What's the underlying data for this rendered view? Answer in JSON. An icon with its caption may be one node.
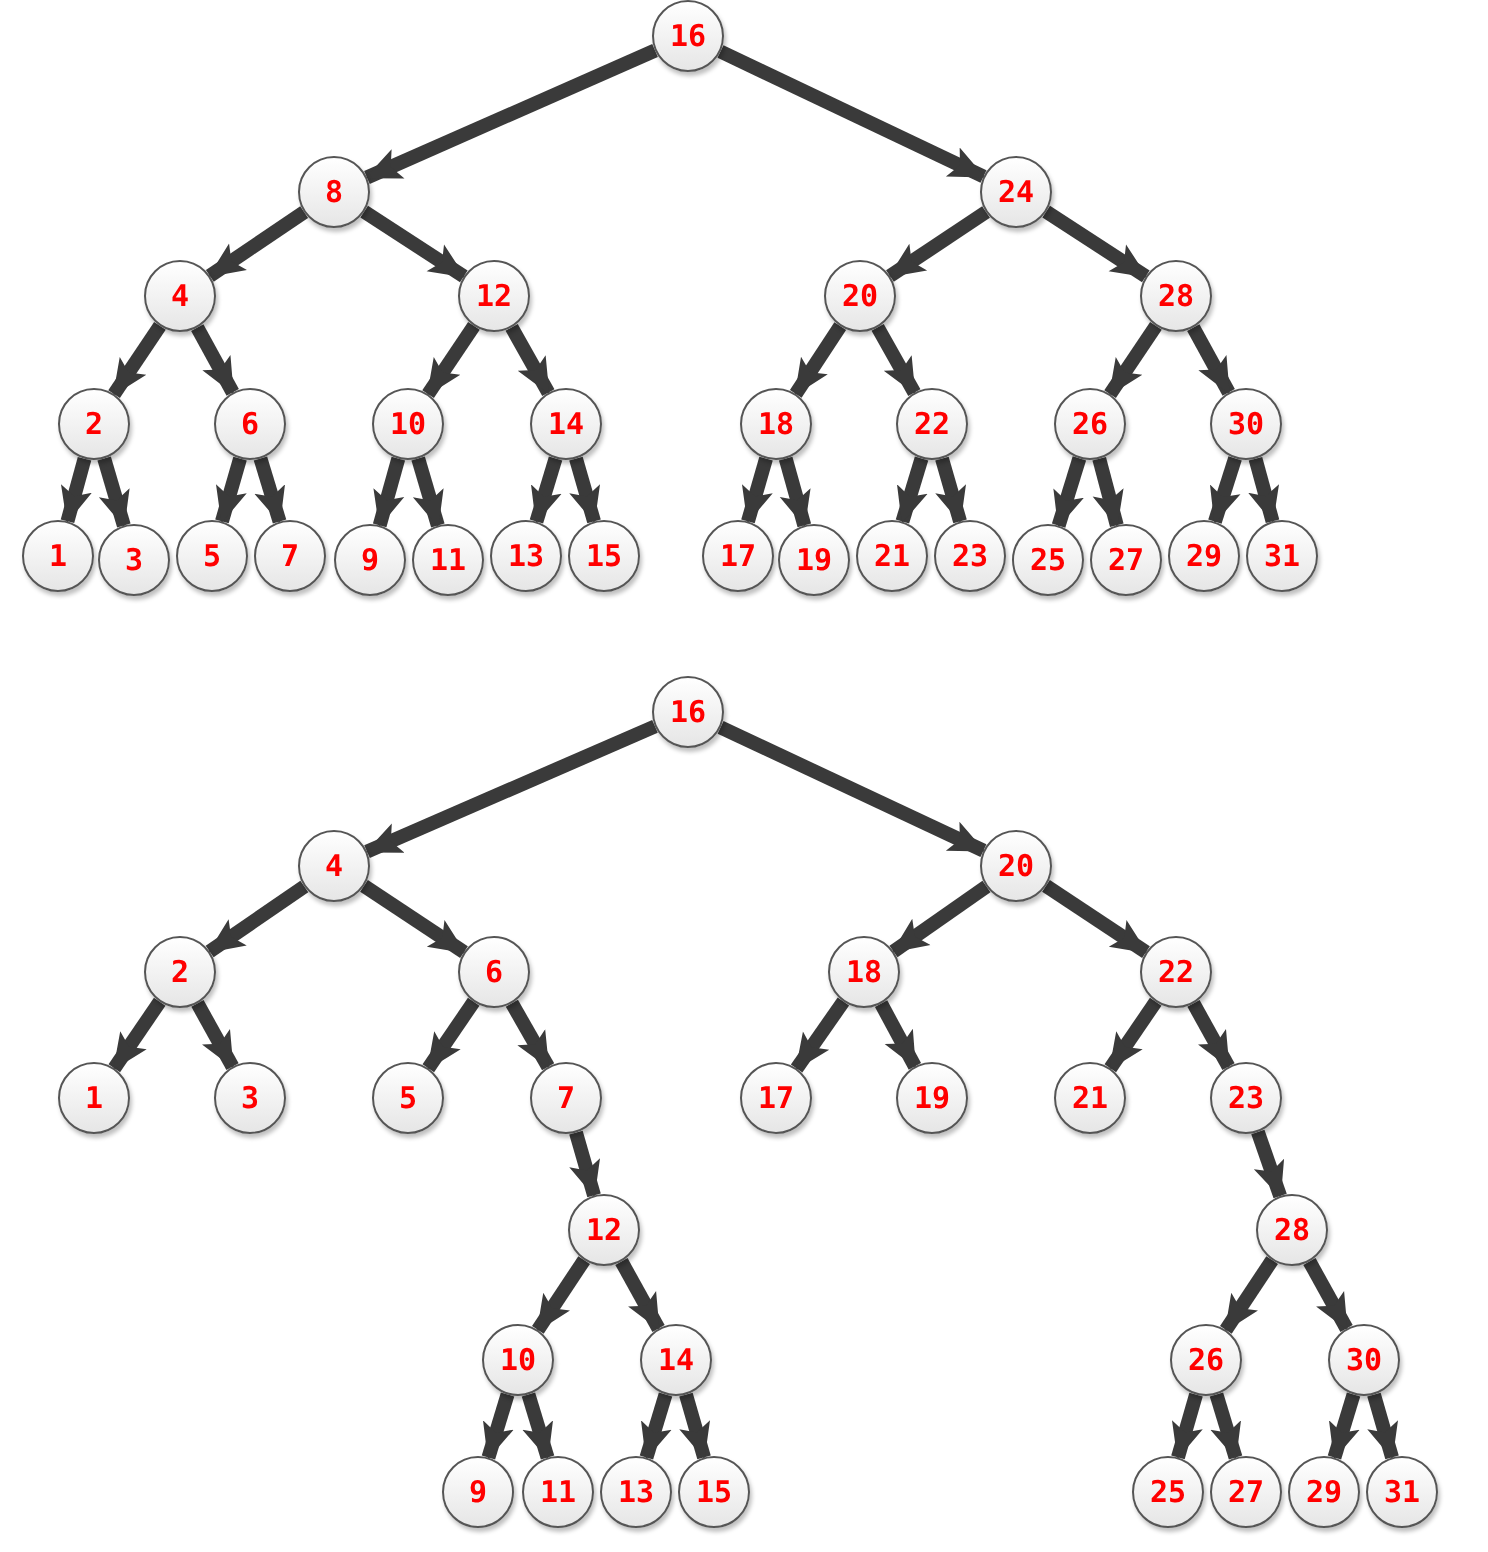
{
  "diagram": {
    "nodes": [
      {
        "text": [
          "16"
        ]
      },
      {
        "text": [
          "8"
        ]
      },
      {
        "text": [
          "24"
        ]
      },
      {
        "text": [
          "4"
        ]
      },
      {
        "text": [
          "12"
        ]
      },
      {
        "text": [
          "20"
        ]
      },
      {
        "text": [
          "28"
        ]
      },
      {
        "text": [
          "2"
        ]
      },
      {
        "text": [
          "6"
        ]
      },
      {
        "text": [
          "10"
        ]
      },
      {
        "text": [
          "14"
        ]
      },
      {
        "text": [
          "18"
        ]
      },
      {
        "text": [
          "22"
        ]
      },
      {
        "text": [
          "26"
        ]
      },
      {
        "text": [
          "30"
        ]
      },
      {
        "text": [
          "1"
        ]
      },
      {
        "text": [
          "3"
        ]
      },
      {
        "text": [
          "5"
        ]
      },
      {
        "text": [
          "7"
        ]
      },
      {
        "text": [
          "9"
        ]
      },
      {
        "text": [
          "11"
        ]
      },
      {
        "text": [
          "13"
        ]
      },
      {
        "text": [
          "15"
        ]
      },
      {
        "text": [
          "17"
        ]
      },
      {
        "text": [
          "19"
        ]
      },
      {
        "text": [
          "21"
        ]
      },
      {
        "text": [
          "23"
        ]
      },
      {
        "text": [
          "25"
        ]
      },
      {
        "text": [
          "27"
        ]
      },
      {
        "text": [
          "29"
        ]
      },
      {
        "text": [
          "31"
        ]
      },
      {
        "text": [
          "16"
        ]
      },
      {
        "text": [
          "4"
        ]
      },
      {
        "text": [
          "20"
        ]
      },
      {
        "text": [
          "2"
        ]
      },
      {
        "text": [
          "6"
        ]
      },
      {
        "text": [
          "18"
        ]
      },
      {
        "text": [
          "22"
        ]
      },
      {
        "text": [
          "1"
        ]
      },
      {
        "text": [
          "3"
        ]
      },
      {
        "text": [
          "5"
        ]
      },
      {
        "text": [
          "7"
        ]
      },
      {
        "text": [
          "17"
        ]
      },
      {
        "text": [
          "19"
        ]
      },
      {
        "text": [
          "21"
        ]
      },
      {
        "text": [
          "23"
        ]
      },
      {
        "text": [
          "12"
        ]
      },
      {
        "text": [
          "28"
        ]
      },
      {
        "text": [
          "10"
        ]
      },
      {
        "text": [
          "14"
        ]
      },
      {
        "text": [
          "26"
        ]
      },
      {
        "text": [
          "30"
        ]
      },
      {
        "text": [
          "9"
        ]
      },
      {
        "text": [
          "11"
        ]
      },
      {
        "text": [
          "13"
        ]
      },
      {
        "text": [
          "15"
        ]
      },
      {
        "text": [
          "25"
        ]
      },
      {
        "text": [
          "27"
        ]
      },
      {
        "text": [
          "29"
        ]
      },
      {
        "text": [
          "31"
        ]
      }
    ],
    "edges": [
      {
        "from": 0,
        "to": 1,
        "arrow": "to"
      },
      {
        "from": 0,
        "to": 2,
        "arrow": "to"
      },
      {
        "from": 1,
        "to": 3,
        "arrow": "to"
      },
      {
        "from": 1,
        "to": 4,
        "arrow": "to"
      },
      {
        "from": 2,
        "to": 5,
        "arrow": "to"
      },
      {
        "from": 2,
        "to": 6,
        "arrow": "to"
      },
      {
        "from": 3,
        "to": 7,
        "arrow": "to"
      },
      {
        "from": 3,
        "to": 8,
        "arrow": "to"
      },
      {
        "from": 4,
        "to": 9,
        "arrow": "to"
      },
      {
        "from": 4,
        "to": 10,
        "arrow": "to"
      },
      {
        "from": 5,
        "to": 11,
        "arrow": "to"
      },
      {
        "from": 5,
        "to": 12,
        "arrow": "to"
      },
      {
        "from": 6,
        "to": 13,
        "arrow": "to"
      },
      {
        "from": 6,
        "to": 14,
        "arrow": "to"
      },
      {
        "from": 7,
        "to": 15,
        "arrow": "to"
      },
      {
        "from": 7,
        "to": 16,
        "arrow": "to"
      },
      {
        "from": 8,
        "to": 17,
        "arrow": "to"
      },
      {
        "from": 8,
        "to": 18,
        "arrow": "to"
      },
      {
        "from": 9,
        "to": 19,
        "arrow": "to"
      },
      {
        "from": 9,
        "to": 20,
        "arrow": "to"
      },
      {
        "from": 10,
        "to": 21,
        "arrow": "to"
      },
      {
        "from": 10,
        "to": 22,
        "arrow": "to"
      },
      {
        "from": 11,
        "to": 23,
        "arrow": "to"
      },
      {
        "from": 11,
        "to": 24,
        "arrow": "to"
      },
      {
        "from": 12,
        "to": 25,
        "arrow": "to"
      },
      {
        "from": 12,
        "to": 26,
        "arrow": "to"
      },
      {
        "from": 13,
        "to": 27,
        "arrow": "to"
      },
      {
        "from": 13,
        "to": 28,
        "arrow": "to"
      },
      {
        "from": 14,
        "to": 29,
        "arrow": "to"
      },
      {
        "from": 14,
        "to": 30,
        "arrow": "to"
      },
      {
        "from": 31,
        "to": 32,
        "arrow": "to"
      },
      {
        "from": 31,
        "to": 33,
        "arrow": "to"
      },
      {
        "from": 32,
        "to": 34,
        "arrow": "to"
      },
      {
        "from": 32,
        "to": 35,
        "arrow": "to"
      },
      {
        "from": 33,
        "to": 36,
        "arrow": "to"
      },
      {
        "from": 33,
        "to": 37,
        "arrow": "to"
      },
      {
        "from": 34,
        "to": 38,
        "arrow": "to"
      },
      {
        "from": 34,
        "to": 39,
        "arrow": "to"
      },
      {
        "from": 35,
        "to": 40,
        "arrow": "to"
      },
      {
        "from": 35,
        "to": 41,
        "arrow": "to"
      },
      {
        "from": 36,
        "to": 42,
        "arrow": "to"
      },
      {
        "from": 36,
        "to": 43,
        "arrow": "to"
      },
      {
        "from": 37,
        "to": 44,
        "arrow": "to"
      },
      {
        "from": 37,
        "to": 45,
        "arrow": "to"
      },
      {
        "from": 41,
        "to": 46,
        "arrow": "to"
      },
      {
        "from": 45,
        "to": 47,
        "arrow": "to"
      },
      {
        "from": 46,
        "to": 48,
        "arrow": "to"
      },
      {
        "from": 46,
        "to": 49,
        "arrow": "to"
      },
      {
        "from": 47,
        "to": 50,
        "arrow": "to"
      },
      {
        "from": 47,
        "to": 51,
        "arrow": "to"
      },
      {
        "from": 48,
        "to": 52,
        "arrow": "to"
      },
      {
        "from": 48,
        "to": 53,
        "arrow": "to"
      },
      {
        "from": 49,
        "to": 54,
        "arrow": "to"
      },
      {
        "from": 49,
        "to": 55,
        "arrow": "to"
      },
      {
        "from": 50,
        "to": 56,
        "arrow": "to"
      },
      {
        "from": 50,
        "to": 57,
        "arrow": "to"
      },
      {
        "from": 51,
        "to": 58,
        "arrow": "to"
      },
      {
        "from": 51,
        "to": 59,
        "arrow": "to"
      }
    ]
  }
}
